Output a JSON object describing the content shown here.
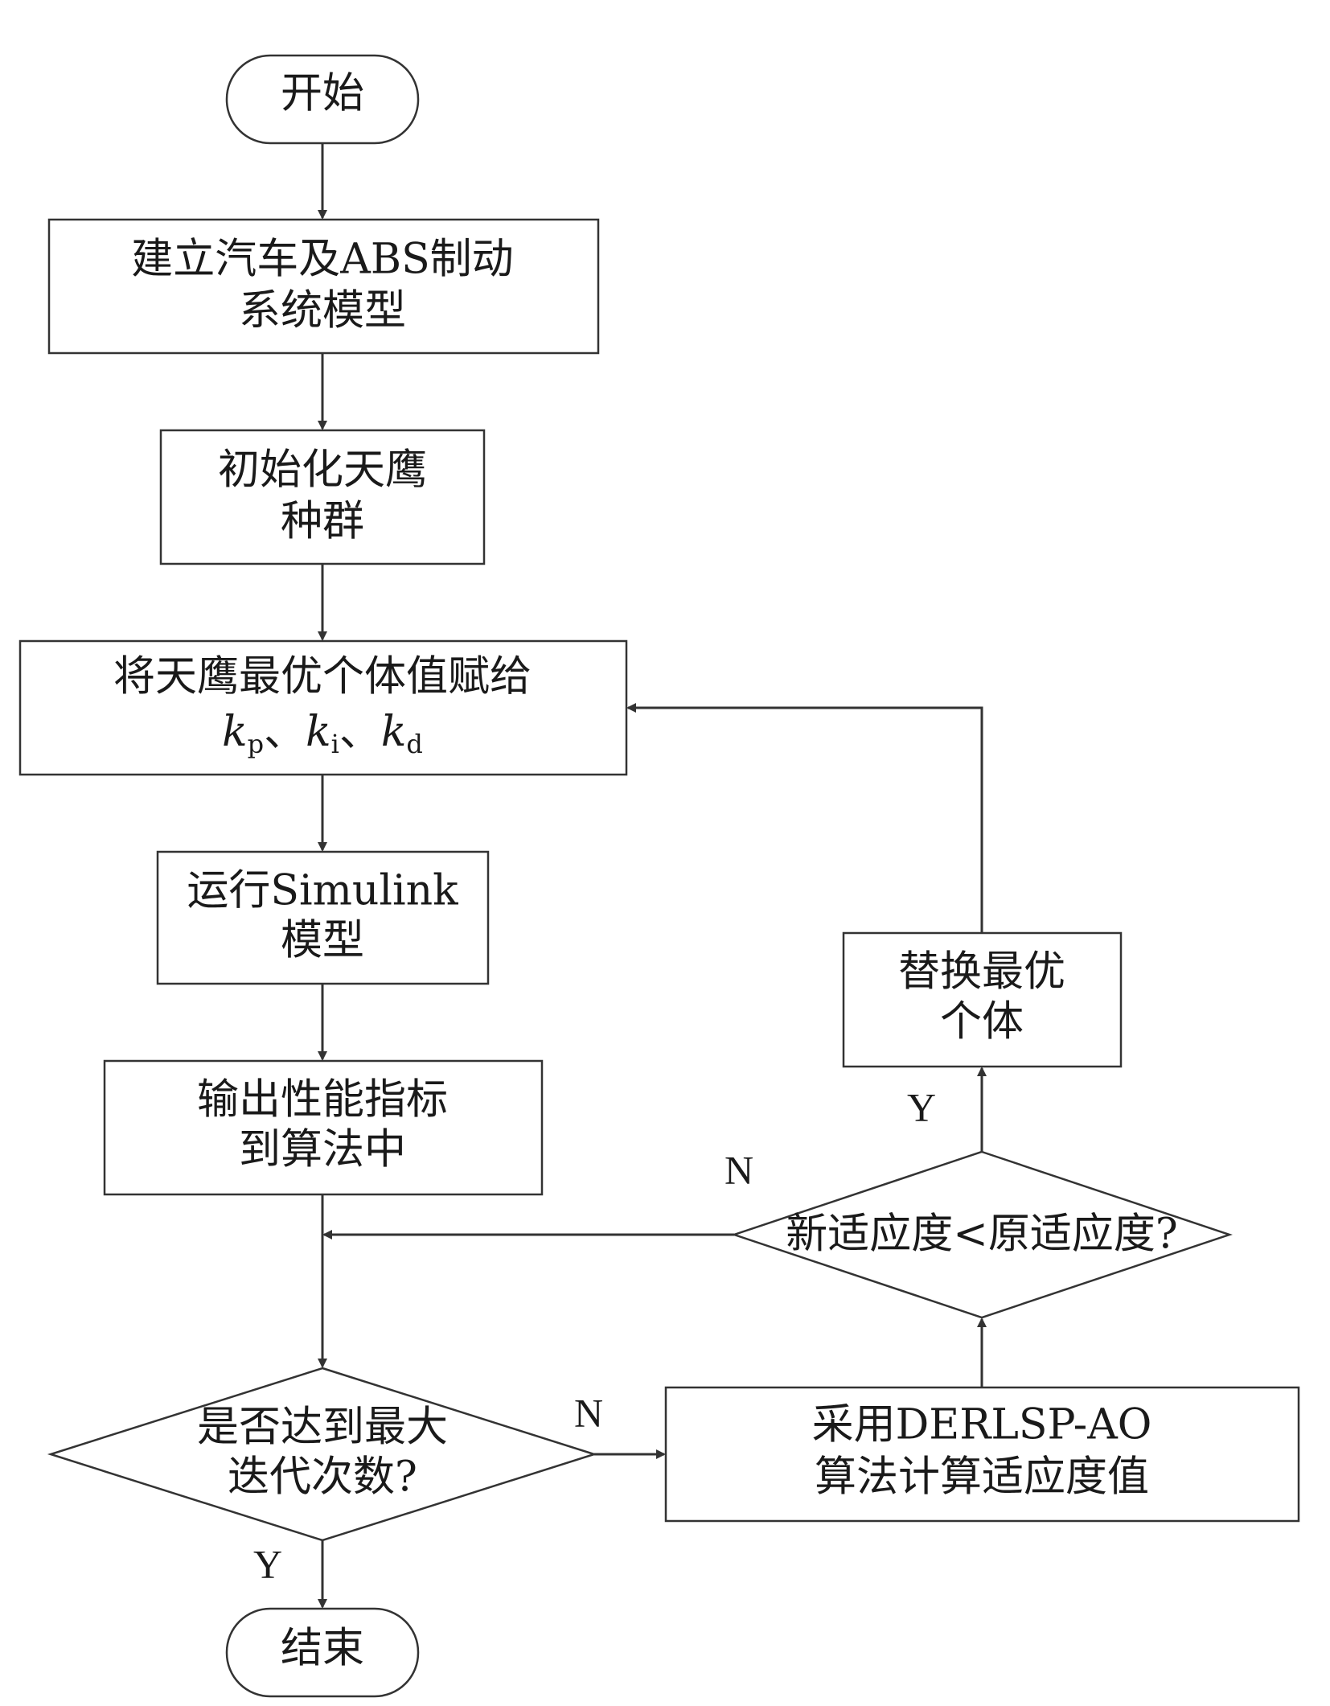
{
  "nodes": {
    "start": {
      "lines": [
        "开始"
      ]
    },
    "build_model": {
      "lines": [
        "建立汽车及ABS制动",
        "系统模型"
      ]
    },
    "init_population": {
      "lines": [
        "初始化天鹰",
        "种群"
      ]
    },
    "assign_best": {
      "lines": [
        "将天鹰最优个体值赋给"
      ],
      "params": {
        "k": "k",
        "sub_p": "p",
        "sub_i": "i",
        "sub_d": "d",
        "sep": "、"
      }
    },
    "run_simulink": {
      "lines": [
        "运行Simulink",
        "模型"
      ]
    },
    "output_index": {
      "lines": [
        "输出性能指标",
        "到算法中"
      ]
    },
    "max_iter_decision": {
      "lines": [
        "是否达到最大",
        "迭代次数?"
      ]
    },
    "end": {
      "lines": [
        "结束"
      ]
    },
    "compute_fitness": {
      "lines": [
        "采用DERLSP-AO",
        "算法计算适应度值"
      ]
    },
    "fitness_decision": {
      "lines": [
        "新适应度<原适应度?"
      ]
    },
    "replace_best": {
      "lines": [
        "替换最优",
        "个体"
      ]
    }
  },
  "edge_labels": {
    "max_iter_yes": "Y",
    "max_iter_no": "N",
    "fitness_yes": "Y",
    "fitness_no": "N"
  }
}
